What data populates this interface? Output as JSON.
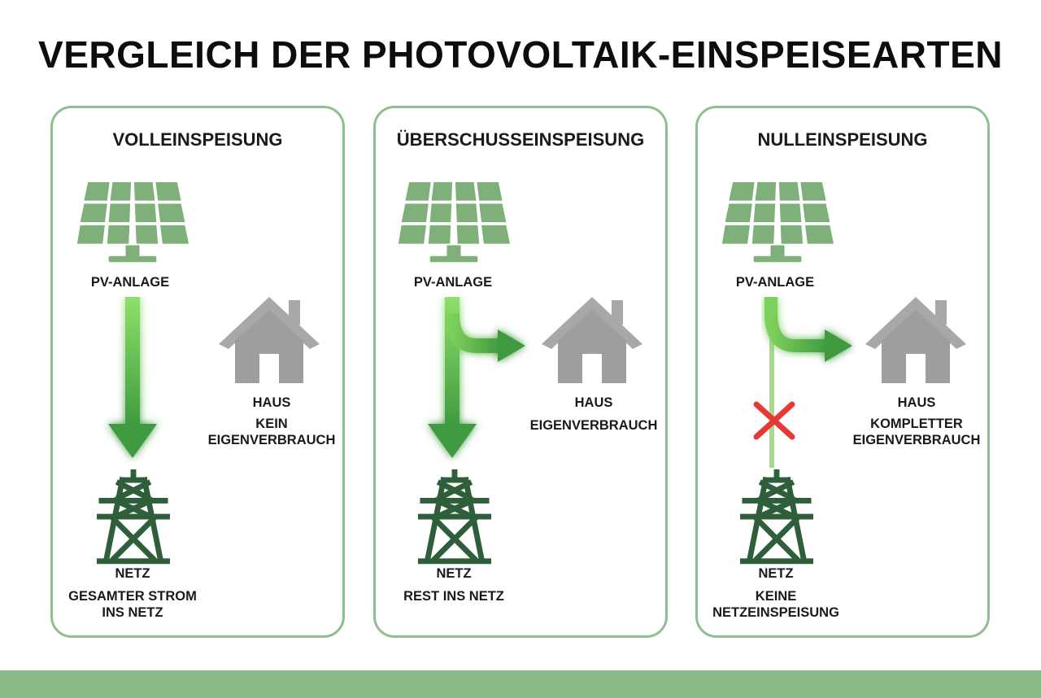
{
  "title": "VERGLEICH DER PHOTOVOLTAIK-EINSPEISEARTEN",
  "colors": {
    "panel_border": "#8fbf8f",
    "solar_panel": "#7fb07a",
    "arrow_green": "#4caf50",
    "house_gray": "#9e9e9e",
    "pylon_dark_green": "#2e5e3a",
    "blocked_red": "#e53935",
    "footer_bar": "#8abb86"
  },
  "panels": [
    {
      "title": "VOLLEINSPEISUNG",
      "pv_label": "PV-ANLAGE",
      "house_label": "HAUS",
      "house_desc": [
        "KEIN",
        "EIGENVERBRAUCH"
      ],
      "grid_label": "NETZ",
      "grid_desc": [
        "GESAMTER STROM",
        "INS NETZ"
      ]
    },
    {
      "title": "ÜBERSCHUSSEINSPEISUNG",
      "pv_label": "PV-ANLAGE",
      "house_label": "HAUS",
      "house_desc": [
        "EIGENVERBRAUCH"
      ],
      "grid_label": "NETZ",
      "grid_desc": [
        "REST INS NETZ"
      ]
    },
    {
      "title": "NULLEINSPEISUNG",
      "pv_label": "PV-ANLAGE",
      "house_label": "HAUS",
      "house_desc": [
        "KOMPLETTER",
        "EIGENVERBRAUCH"
      ],
      "grid_label": "NETZ",
      "grid_desc": [
        "KEINE",
        "NETZEINSPEISUNG"
      ]
    }
  ]
}
